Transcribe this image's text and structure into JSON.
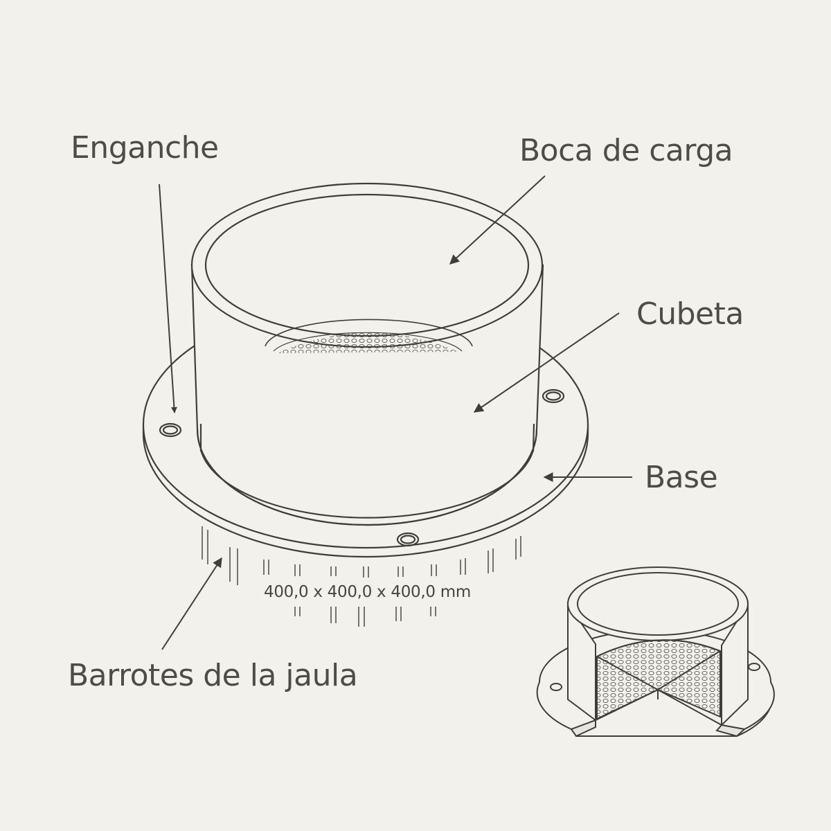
{
  "labels": {
    "enganche": "Enganche",
    "boca": "Boca de carga",
    "cubeta": "Cubeta",
    "base": "Base",
    "barrotes": "Barrotes de la jaula"
  },
  "dimension": "400,0 x 400,0 x 400,0 mm",
  "colors": {
    "background": "#f2f1ec",
    "stroke": "#3e3e3b",
    "text": "#4c4c49"
  }
}
